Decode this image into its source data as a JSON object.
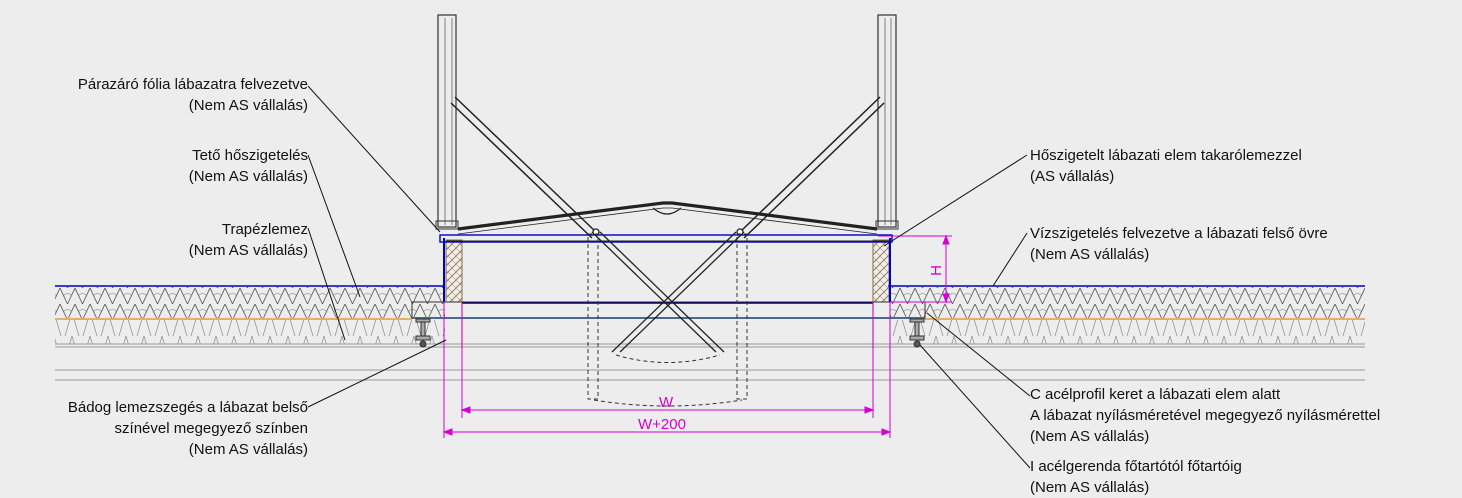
{
  "labels_left": [
    {
      "key": "vapor",
      "lines": [
        "Párazáró fólia lábazatra felvezetve",
        "(Nem AS vállalás)"
      ]
    },
    {
      "key": "insul",
      "lines": [
        "Tető hőszigetelés",
        "(Nem AS vállalás)"
      ]
    },
    {
      "key": "trapez",
      "lines": [
        "Trapézlemez",
        "(Nem AS vállalás)"
      ]
    },
    {
      "key": "tin",
      "lines": [
        "Bádog lemezszegés a lábazat belső",
        "színével megegyező színben",
        "(Nem AS vállalás)"
      ]
    }
  ],
  "labels_right": [
    {
      "key": "curb",
      "lines": [
        "Hőszigetelt lábazati elem takarólemezzel",
        "(AS vállalás)"
      ]
    },
    {
      "key": "water",
      "lines": [
        "Vízszigetelés felvezetve a lábazati felső övre",
        "(Nem AS vállalás)"
      ]
    },
    {
      "key": "cprofile",
      "lines": [
        "C acélprofil keret a lábazati elem alatt",
        "A lábazat nyílásméretével megegyező nyílásmérettel",
        "(Nem AS vállalás)"
      ]
    },
    {
      "key": "ibeam",
      "lines": [
        "I acélgerenda főtartótól főtartóig",
        "(Nem AS vállalás)"
      ]
    }
  ],
  "dimensions": {
    "w": "W",
    "w200": "W+200",
    "h": "H"
  },
  "colors": {
    "magenta": "#d400d4",
    "blue": "#0000c8",
    "orange": "#e08a1e",
    "line": "#000000",
    "ground": "#999999"
  }
}
